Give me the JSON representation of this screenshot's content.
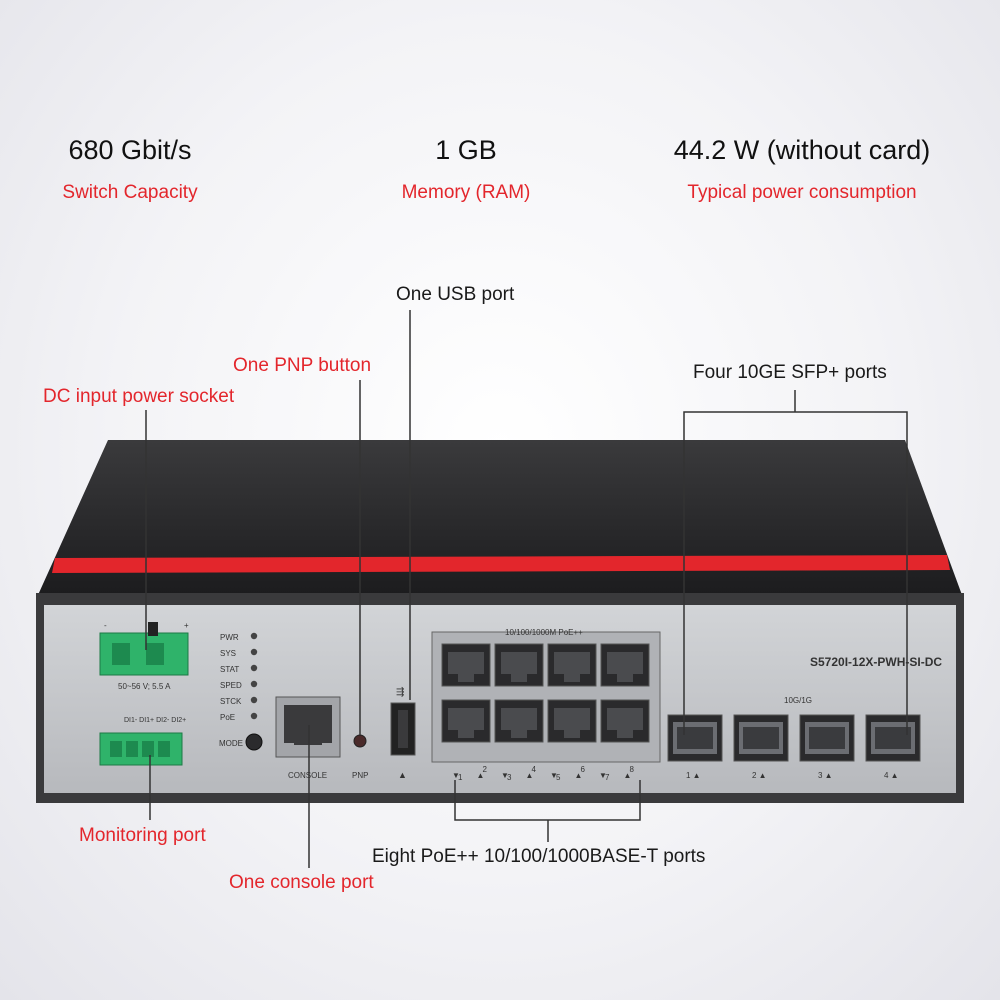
{
  "specs": [
    {
      "value": "680 Gbit/s",
      "label": "Switch Capacity"
    },
    {
      "value": "1 GB",
      "label": "Memory (RAM)"
    },
    {
      "value": "44.2 W (without card)",
      "label": "Typical power consumption"
    }
  ],
  "callouts": {
    "usb": "One USB port",
    "pnp": "One PNP button",
    "dc": "DC input power socket",
    "sfp": "Four 10GE SFP+ ports",
    "monitoring": "Monitoring port",
    "console": "One console port",
    "rj45": "Eight PoE++ 10/100/1000BASE-T ports"
  },
  "panel": {
    "model": "S5720I-12X-PWH-SI-DC",
    "power_rating": "50~56 V; 5.5 A",
    "leds": [
      "PWR",
      "SYS",
      "STAT",
      "SPED",
      "STCK",
      "PoE"
    ],
    "mode": "MODE",
    "console": "CONSOLE",
    "pnp": "PNP",
    "rj45_header": "10/100/1000M  PoE++",
    "sfp_header": "10G/1G",
    "di_labels": "DI1- DI1+ DI2- DI2+",
    "rj45_numbers": [
      "1",
      "2",
      "3",
      "4",
      "5",
      "6",
      "7",
      "8"
    ],
    "sfp_numbers": [
      "1",
      "2",
      "3",
      "4"
    ],
    "usb_arrow": "▲"
  },
  "colors": {
    "accent_red": "#e3262c",
    "chassis_top": "#2b2b2d",
    "front_panel": "#c7c9cc"
  }
}
